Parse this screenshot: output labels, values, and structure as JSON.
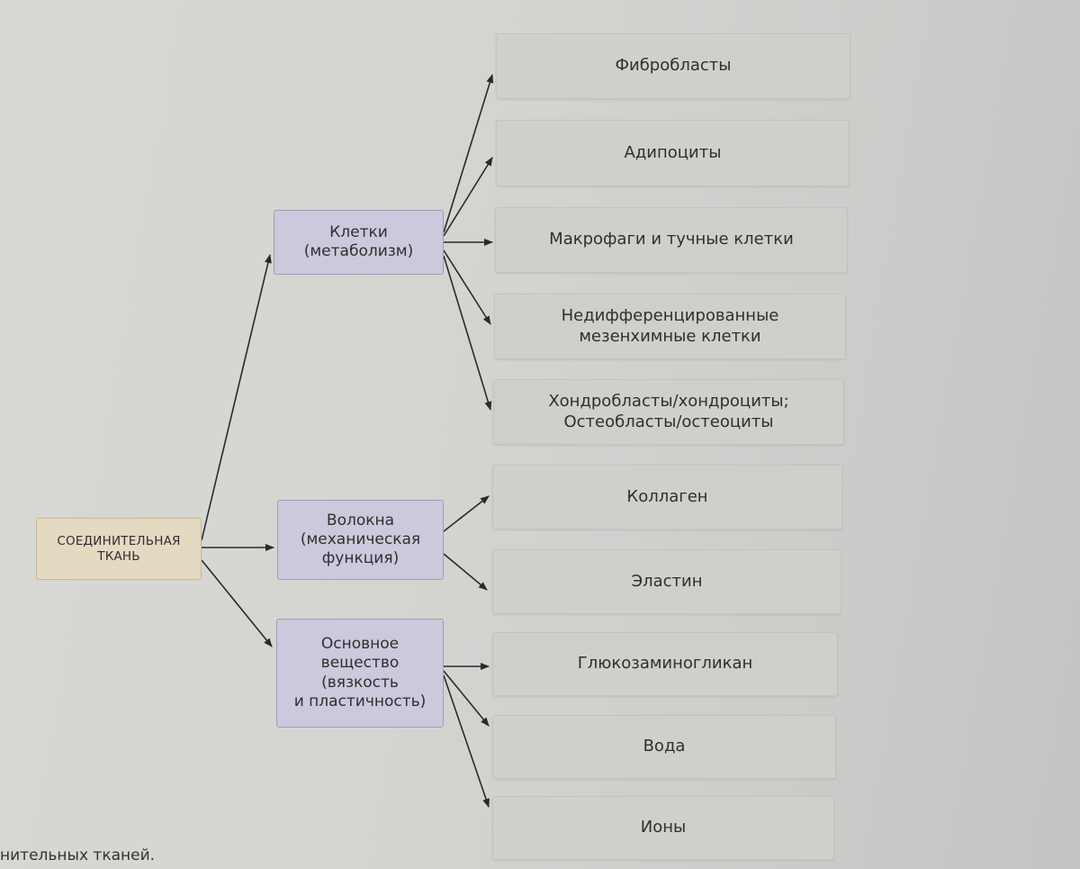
{
  "diagram": {
    "root": {
      "label": "СОЕДИНИТЕЛЬНАЯ\nТКАНЬ"
    },
    "categories": [
      {
        "label": "Клетки\n(метаболизм)"
      },
      {
        "label": "Волокна\n(механическая\nфункция)"
      },
      {
        "label": "Основное\nвещество\n(вязкость\nи пластичность)"
      }
    ],
    "leaves": [
      {
        "label": "Фибробласты"
      },
      {
        "label": "Адипоциты"
      },
      {
        "label": "Макрофаги и тучные клетки"
      },
      {
        "label": "Недифференцированные\nмезенхимные клетки"
      },
      {
        "label": "Хондробласты/хондроциты;\nОстеобласты/остеоциты"
      },
      {
        "label": "Коллаген"
      },
      {
        "label": "Эластин"
      },
      {
        "label": "Глюкозаминогликан"
      },
      {
        "label": "Вода"
      },
      {
        "label": "Ионы"
      }
    ],
    "caption": "нительных тканей."
  },
  "colors": {
    "root_fill": "#e4d9c1",
    "category_fill": "#cbc9dc",
    "leaf_fill": "#cfd0cb",
    "arrow": "#2a2a2a"
  }
}
